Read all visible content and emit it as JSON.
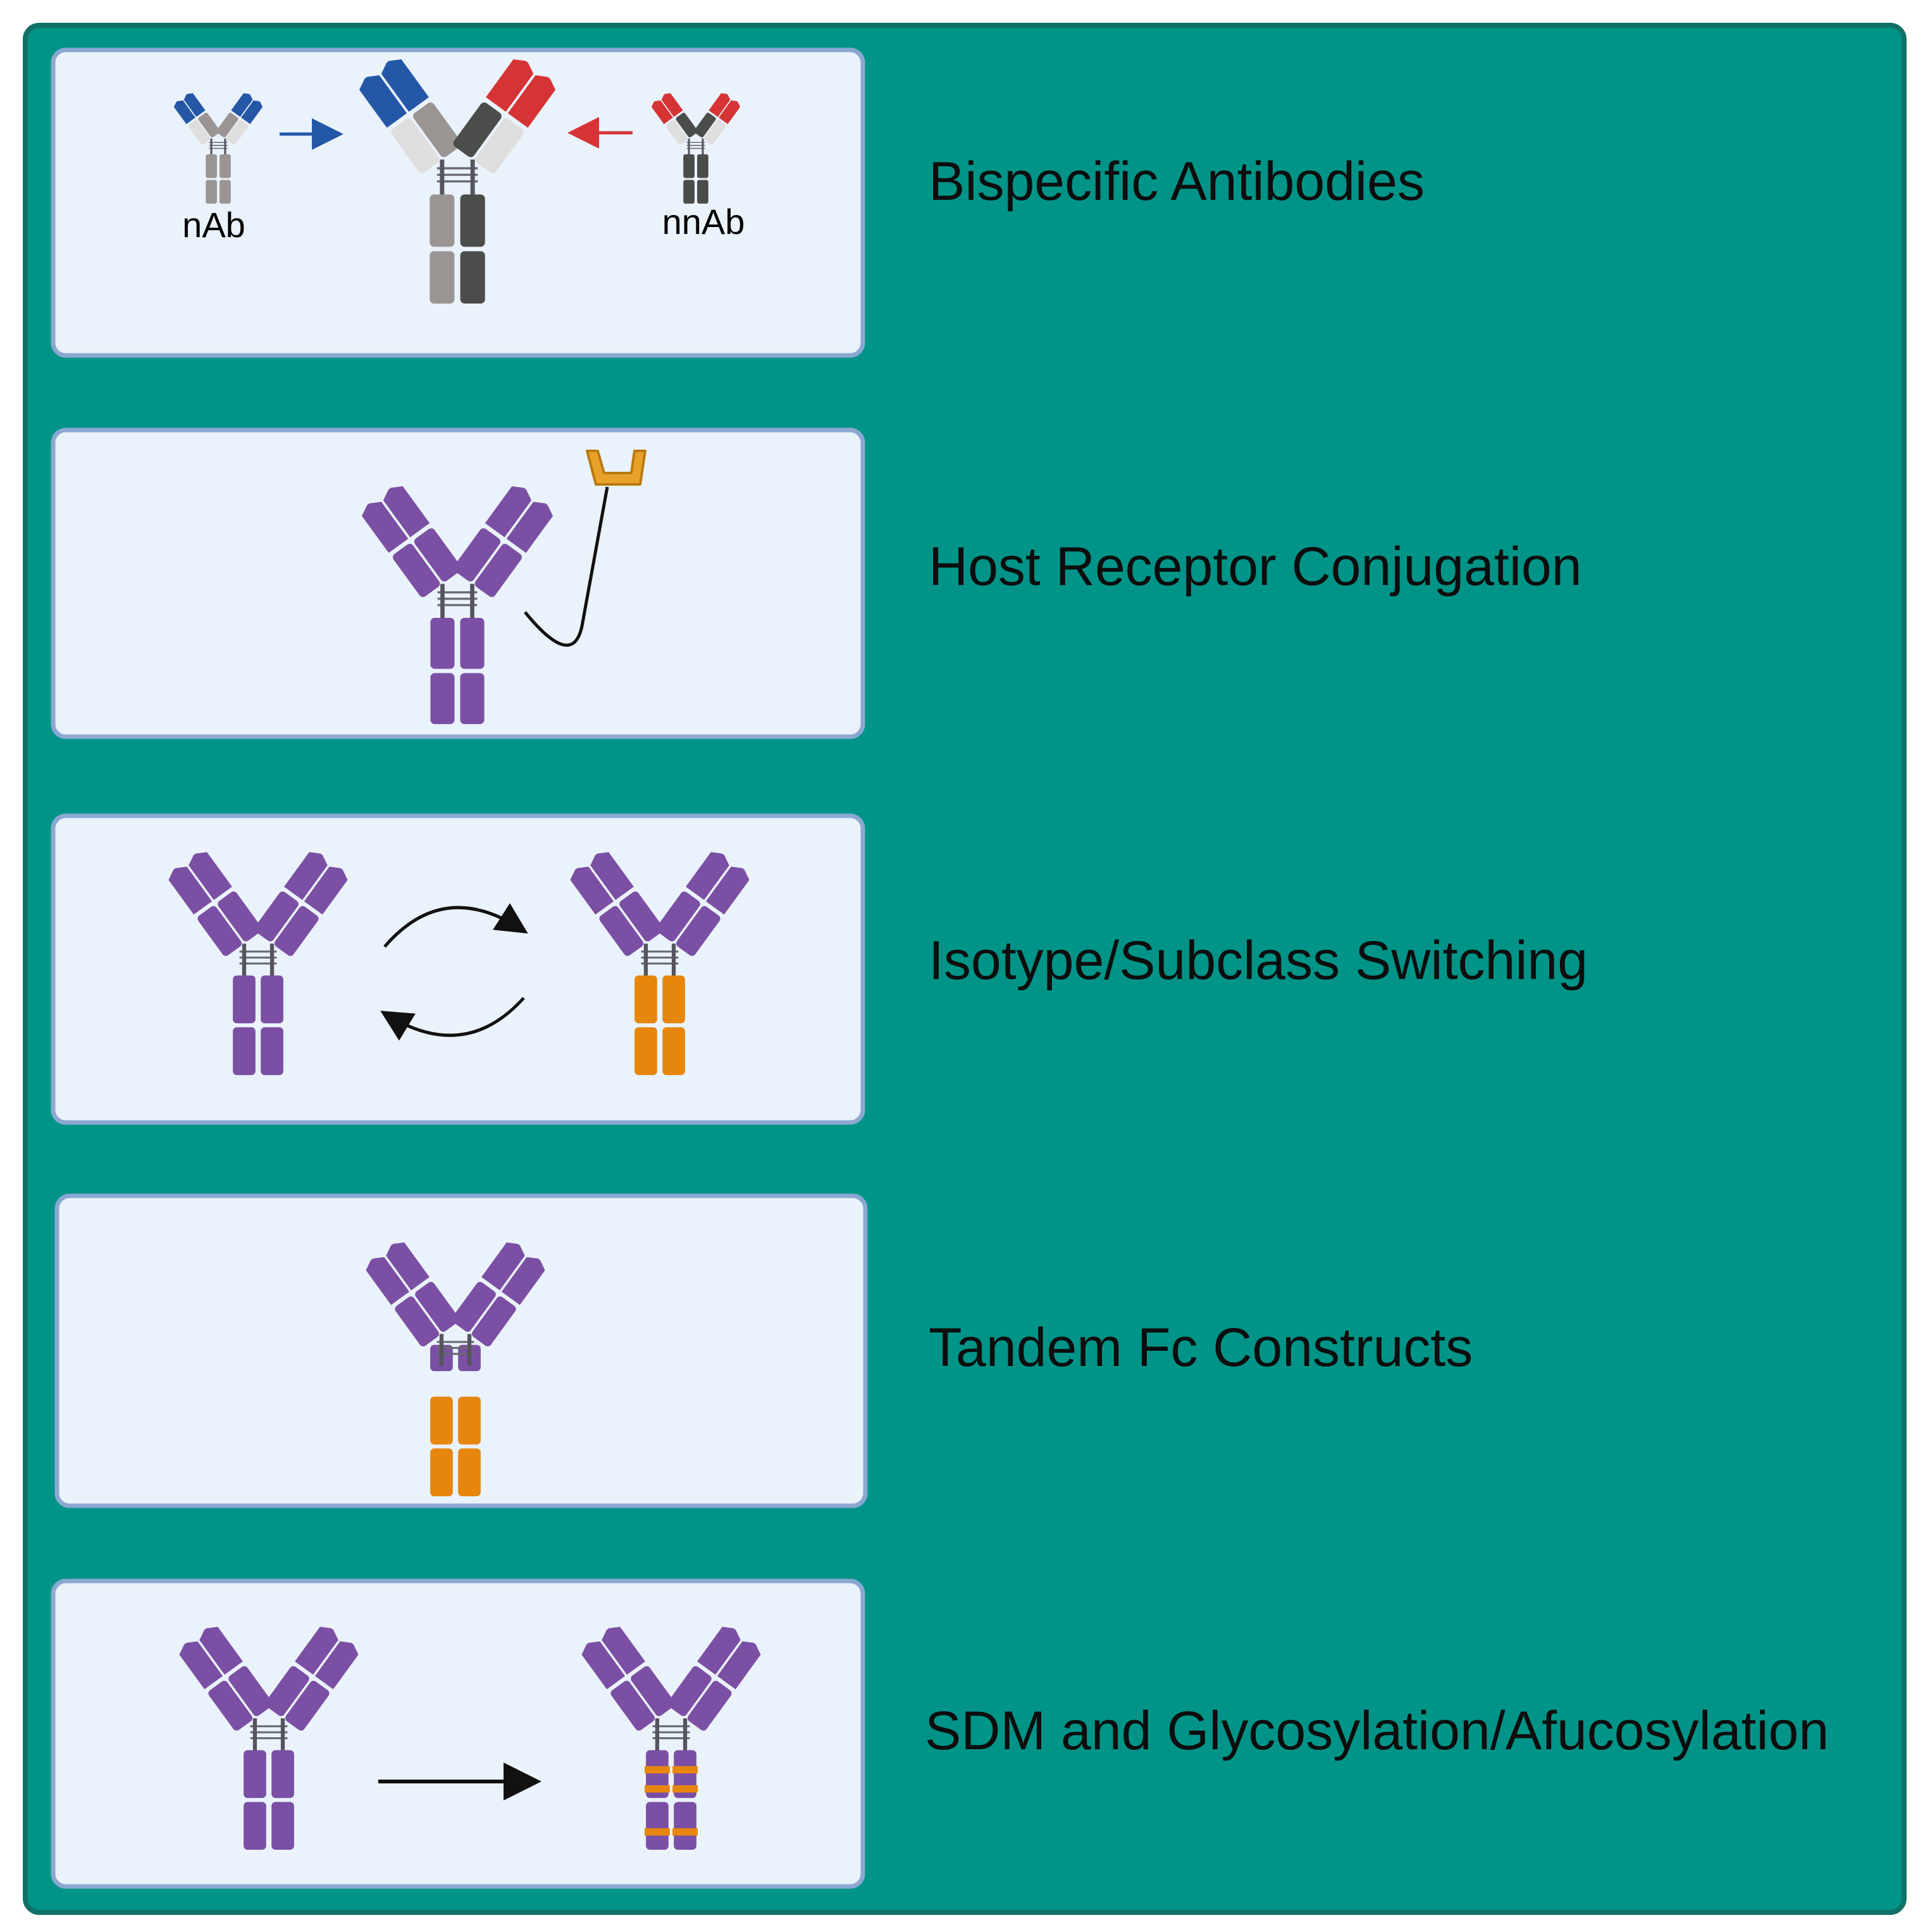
{
  "colors": {
    "frame_fill": "#009488",
    "frame_border": "#127166",
    "panel_fill": "#eaf2fb",
    "panel_border": "#8aa8d2",
    "purple": "#7b4fa3",
    "orange": "#e7860c",
    "blue": "#2557a7",
    "red": "#d63434",
    "light_grey": "#dedede",
    "mid_grey": "#9a9593",
    "dark_grey": "#4b4d4a",
    "black": "#111111",
    "gold": "#e8a22a"
  },
  "panels": [
    {
      "title": "Bispecific Antibodies",
      "nab_label": "nAb",
      "nnab_label": "nnAb"
    },
    {
      "title": "Host Receptor Conjugation"
    },
    {
      "title": "Isotype/Subclass Switching"
    },
    {
      "title": "Tandem Fc Constructs"
    },
    {
      "title": "SDM and Glycosylation/Afucosylation"
    }
  ]
}
